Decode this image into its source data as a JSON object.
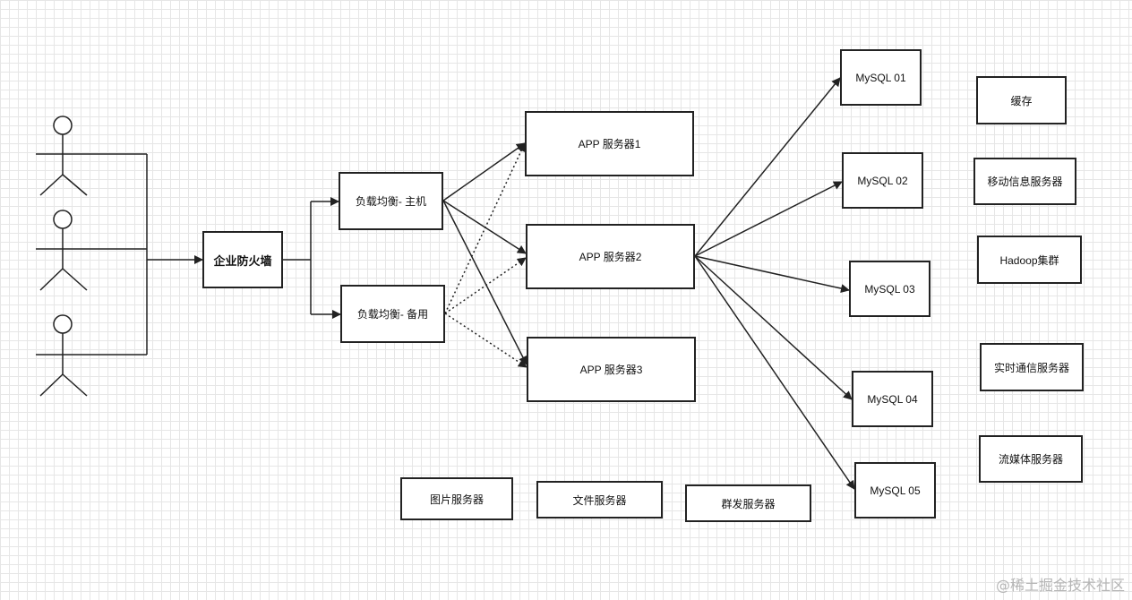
{
  "diagram": {
    "firewall": "企业防火墙",
    "load_balancers": {
      "primary": "负载均衡- 主机",
      "backup": "负载均衡- 备用"
    },
    "app_servers": [
      "APP 服务器1",
      "APP 服务器2",
      "APP 服务器3"
    ],
    "databases": [
      "MySQL 01",
      "MySQL 02",
      "MySQL 03",
      "MySQL 04",
      "MySQL 05"
    ],
    "services": [
      "缓存",
      "移动信息服务器",
      "Hadoop集群",
      "实时通信服务器",
      "流媒体服务器"
    ],
    "bottom_servers": [
      "图片服务器",
      "文件服务器",
      "群发服务器"
    ],
    "watermark": "@稀土掘金技术社区"
  },
  "colors": {
    "line": "#222222",
    "grid": "#e6e6e6",
    "watermark": "#b5b5b5"
  }
}
